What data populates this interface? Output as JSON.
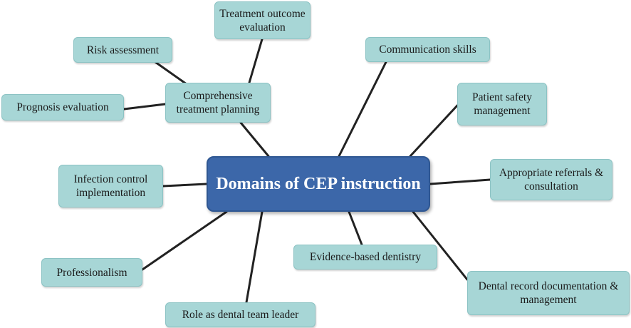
{
  "center": {
    "label": "Domains of CEP instruction"
  },
  "nodes": {
    "treatment_outcome": "Treatment outcome evaluation",
    "risk_assessment": "Risk assessment",
    "comprehensive_planning": "Comprehensive treatment planning",
    "prognosis_evaluation": "Prognosis evaluation",
    "communication_skills": "Communication skills",
    "patient_safety": "Patient safety management",
    "appropriate_referrals": "Appropriate referrals & consultation",
    "infection_control": "Infection control implementation",
    "evidence_based": "Evidence-based dentistry",
    "professionalism": "Professionalism",
    "dental_record": "Dental record documentation & management",
    "team_leader": "Role as dental team leader"
  },
  "colors": {
    "center_fill": "#3c67a9",
    "node_fill": "#a7d6d6",
    "connector": "#222222"
  }
}
